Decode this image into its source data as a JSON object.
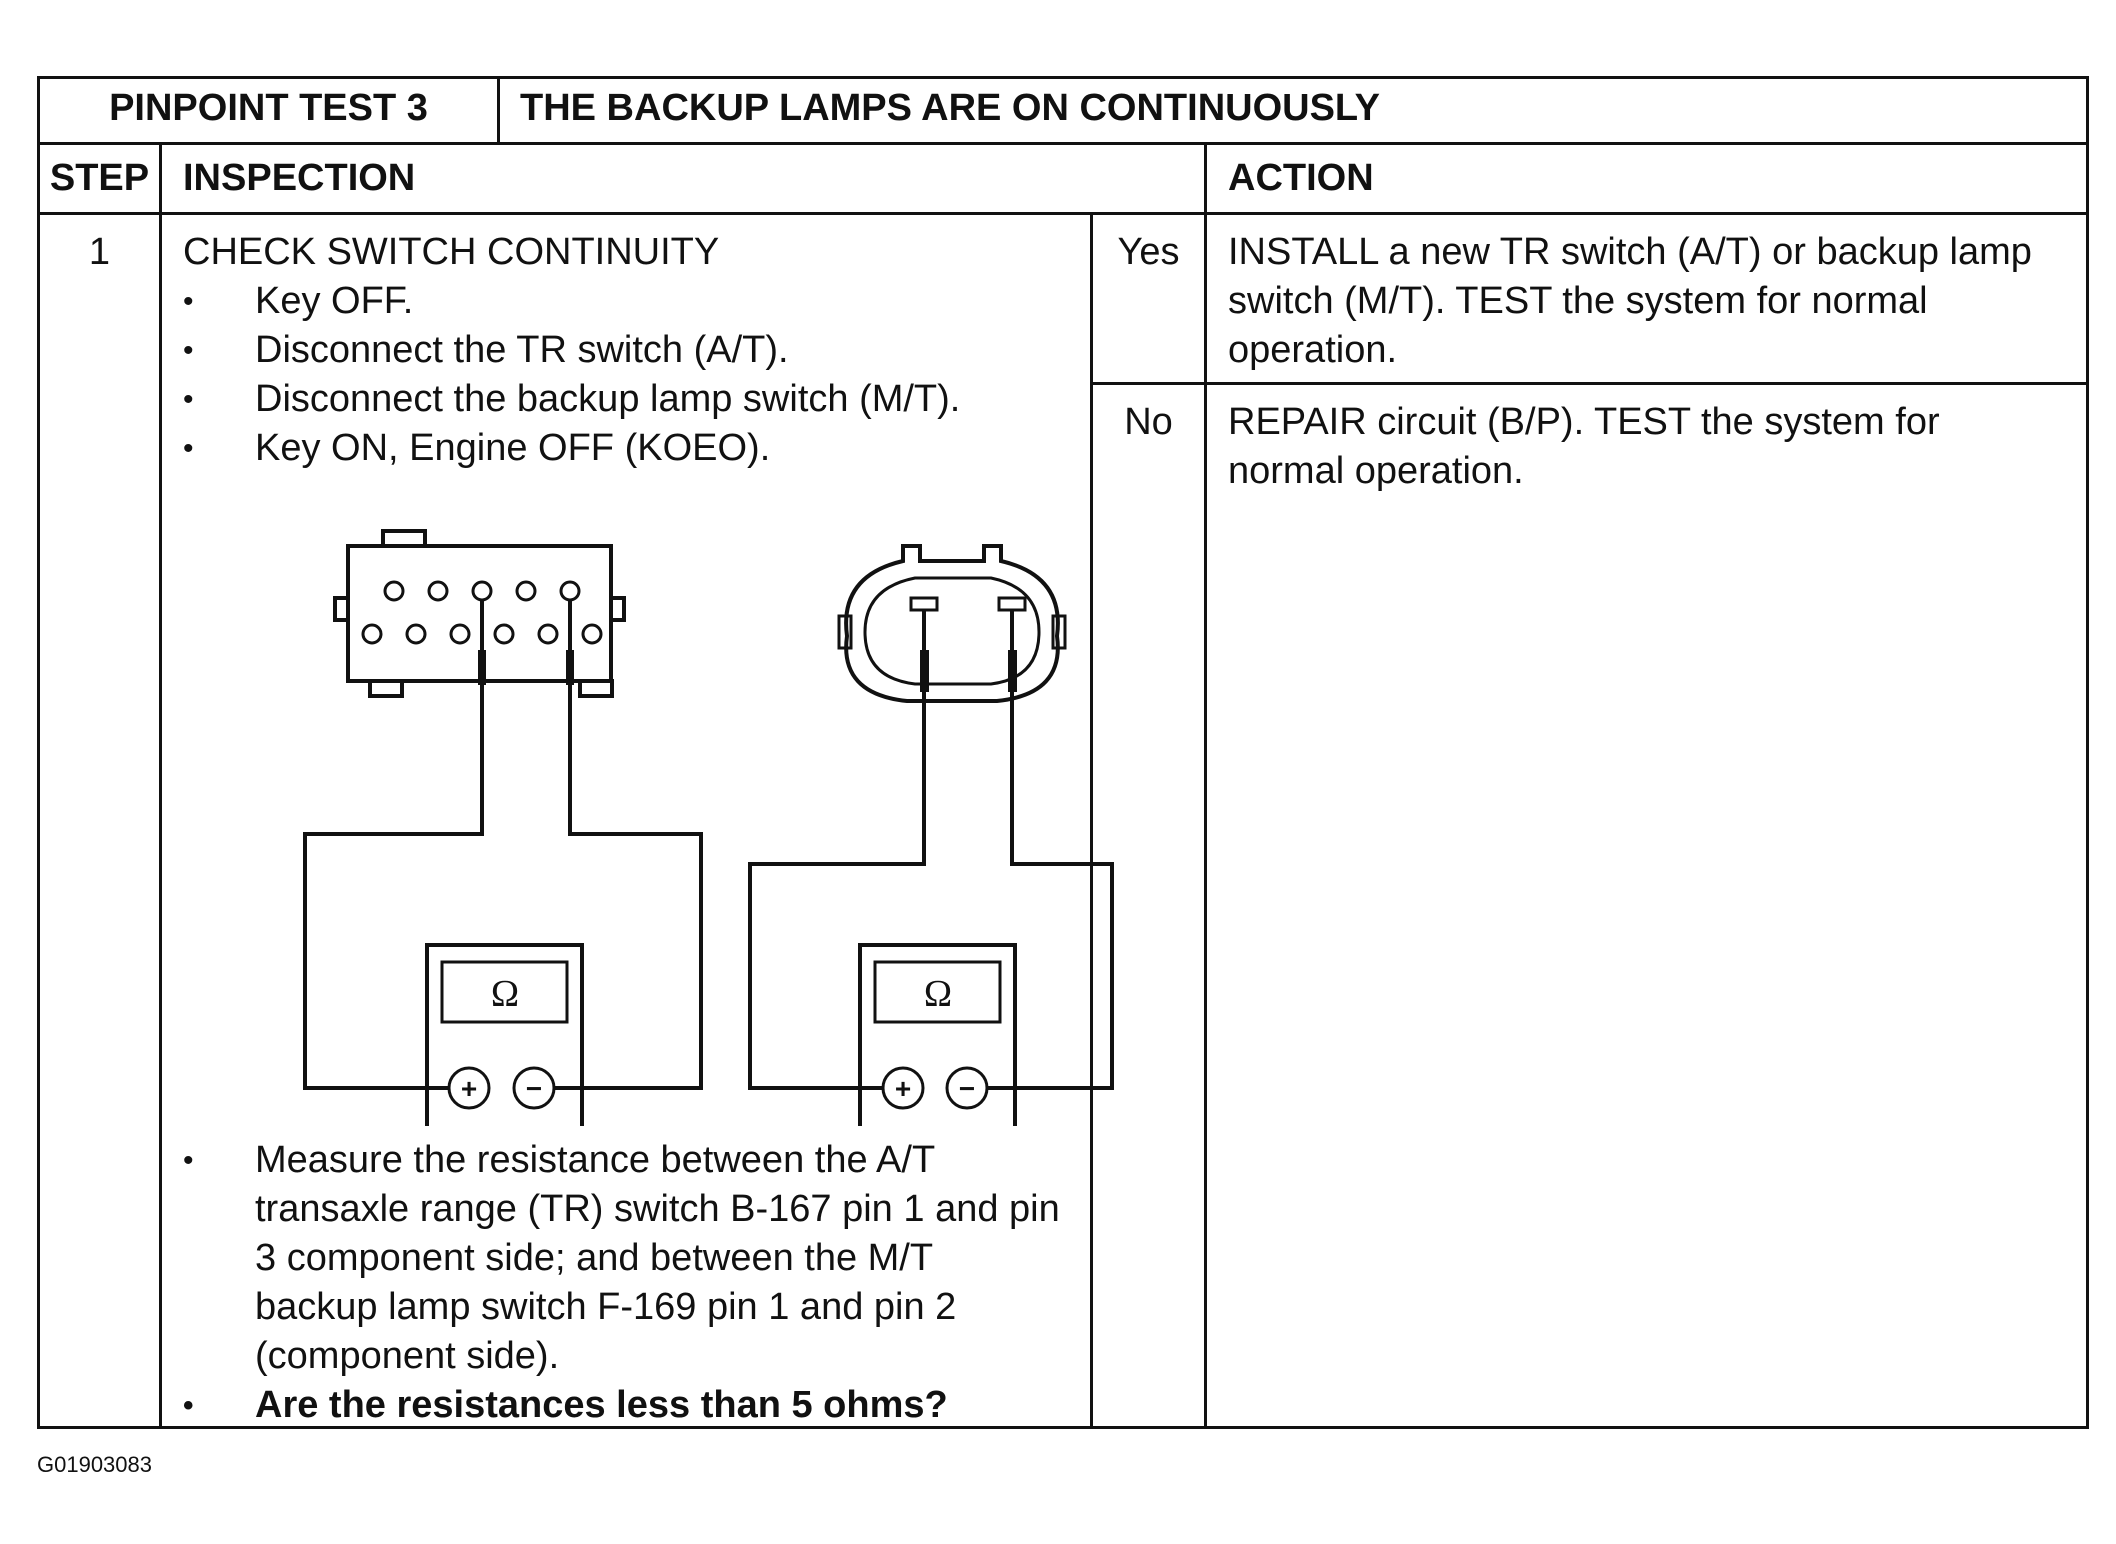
{
  "header": {
    "test_label": "PINPOINT TEST 3",
    "test_title": "THE BACKUP LAMPS ARE ON CONTINUOUSLY"
  },
  "columns": {
    "step": "STEP",
    "inspection": "INSPECTION",
    "action": "ACTION"
  },
  "step": {
    "number": "1",
    "title": "CHECK SWITCH CONTINUITY",
    "bullets": [
      "Key OFF.",
      "Disconnect the TR switch (A/T).",
      "Disconnect the backup lamp switch (M/T).",
      "Key ON, Engine OFF (KOEO)."
    ],
    "measure_bullet": "Measure the resistance between the A/T transaxle range (TR) switch B-167 pin 1 and pin 3 component side; and between the M/T backup lamp switch F-169 pin 1 and pin 2 (component side).",
    "question_bullet": "Are the resistances less than 5 ohms?"
  },
  "results": [
    {
      "answer": "Yes",
      "action": "INSTALL a new TR switch (A/T) or backup lamp switch (M/T). TEST the system for normal operation."
    },
    {
      "answer": "No",
      "action": "REPAIR circuit (B/P). TEST the system for normal operation."
    }
  ],
  "diagram": {
    "meter_symbol": "Ω",
    "plus_symbol": "+",
    "minus_symbol": "−"
  },
  "figure_code": "G01903083"
}
